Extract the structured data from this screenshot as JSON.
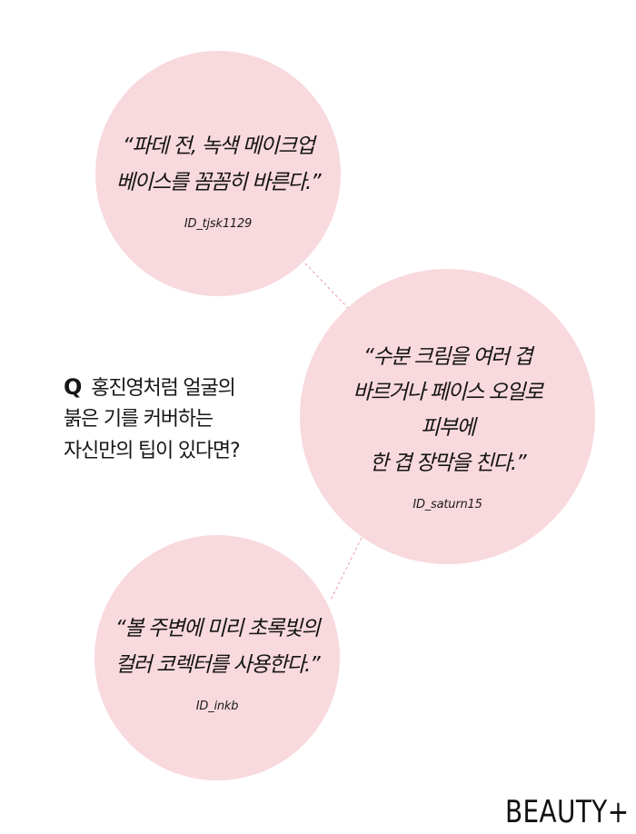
{
  "colors": {
    "bubble_fill": "#f8d9de",
    "connector": "#e89aa4",
    "text": "#111111"
  },
  "question": {
    "marker": "Q",
    "line1": "홍진영처럼 얼굴의",
    "line2": "붉은 기를 커버하는",
    "line3": "자신만의 팁이 있다면?"
  },
  "answers": [
    {
      "lines": [
        "“파데 전, 녹색 메이크업",
        "베이스를 꼼꼼히 바른다.”"
      ],
      "user_id": "ID_tjsk1129"
    },
    {
      "lines": [
        "“수분 크림을 여러 겹",
        "바르거나 페이스 오일로",
        "피부에",
        "한 겹 장막을 친다.”"
      ],
      "user_id": "ID_saturn15"
    },
    {
      "lines": [
        "“볼 주변에 미리 초록빛의",
        "컬러 코렉터를 사용한다.”"
      ],
      "user_id": "ID_inkb"
    }
  ],
  "brand": {
    "logo_text": "BEAUTY+"
  }
}
